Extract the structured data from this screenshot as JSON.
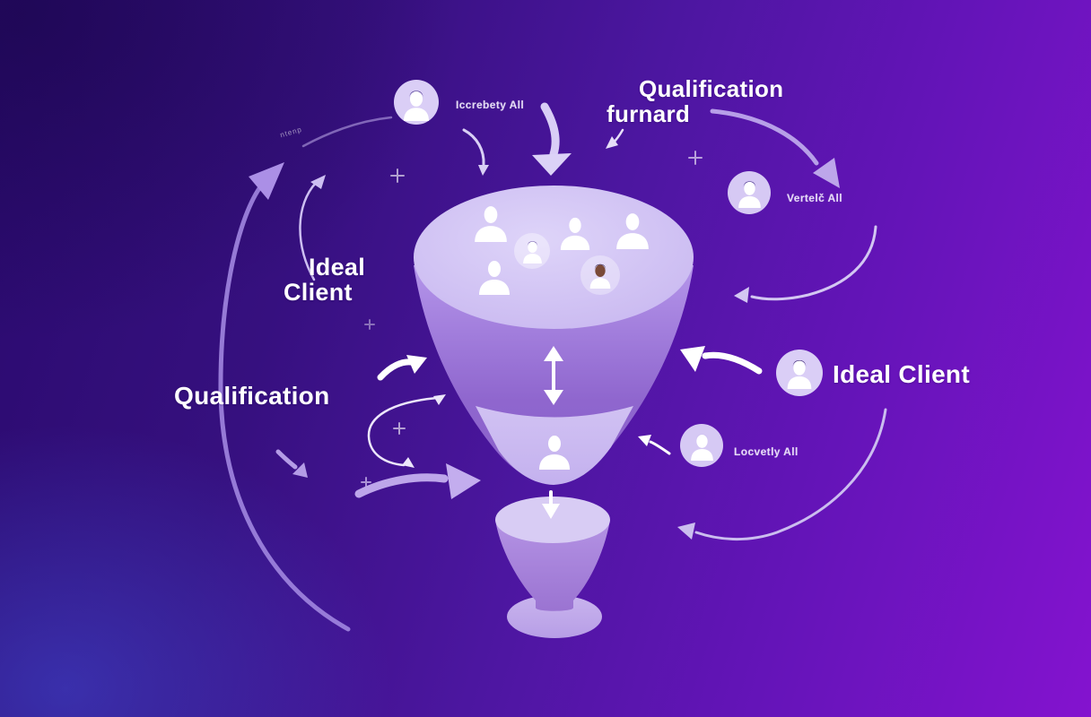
{
  "title": "Qualification funnel illustration",
  "colors": {
    "bg_dark": "#2a0a6e",
    "bg_bright": "#8413cf",
    "bg_blue_glow": "#4050dc",
    "funnel_top": "#d6c9f4",
    "funnel_cone": "#9a74d4",
    "funnel_band": "#c9b8ee",
    "arrow_white": "#ffffff",
    "arrow_lavender": "#b49ce6",
    "avatar_bg": "#dacef6"
  },
  "labels": {
    "qualification_funnel": {
      "line1": "Qualification",
      "line2": "furnard"
    },
    "ideal_client_left": {
      "line1": "Ideal",
      "line2": "Client"
    },
    "qualification_left": "Qualification",
    "ideal_client_right": "Ideal Client",
    "avatar_top_label": "Iccrebety All",
    "avatar_right_label": "Vertelč All",
    "avatar_lower_right_label": "Locvetly All",
    "tiny_rotated_label": "ntenp"
  },
  "diagram": {
    "type": "funnel",
    "stages": [
      {
        "name": "funnel-mouth",
        "contents": "six prospect avatars"
      },
      {
        "name": "qualification-band",
        "contents": "one qualified prospect avatar"
      },
      {
        "name": "output-cone",
        "contents": "downward flow arrow"
      }
    ]
  }
}
